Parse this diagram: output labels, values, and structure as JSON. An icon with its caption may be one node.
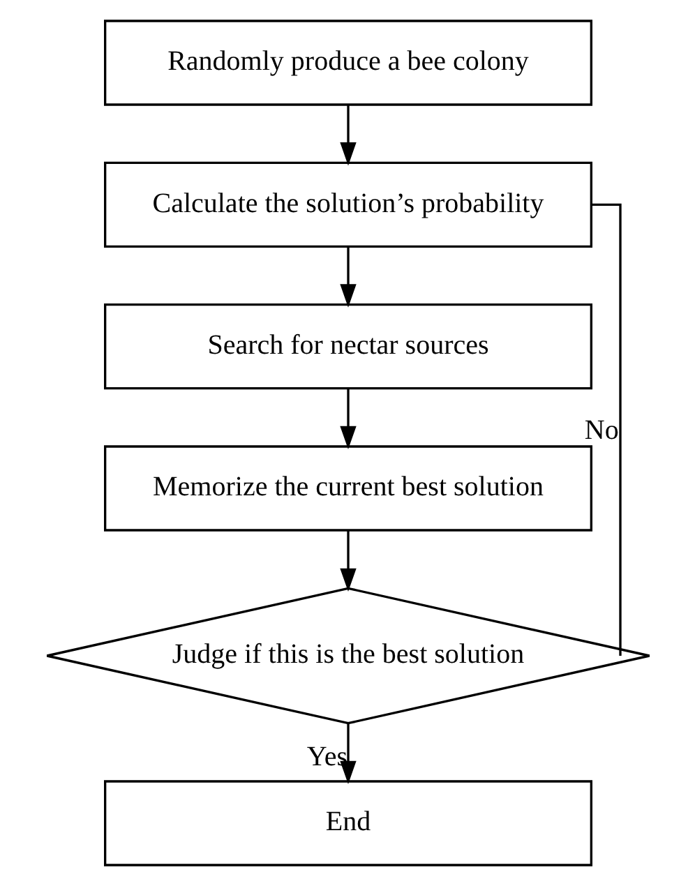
{
  "diagram": {
    "nodes": [
      {
        "text": [
          "Randomly produce a bee colony"
        ]
      },
      {
        "text": [
          "Calculate the solution’s probability"
        ]
      },
      {
        "text": [
          "Search for nectar sources"
        ]
      },
      {
        "text": [
          "Memorize the current best solution"
        ]
      },
      {
        "text": [
          "Judge if this is the best solution"
        ]
      },
      {
        "text": [
          "End"
        ]
      }
    ],
    "edges": [
      {
        "from": 0,
        "to": 1,
        "arrow": "to"
      },
      {
        "from": 1,
        "to": 2,
        "arrow": "to"
      },
      {
        "from": 2,
        "to": 3,
        "arrow": "to"
      },
      {
        "from": 3,
        "to": 4,
        "arrow": "to"
      },
      {
        "from": 4,
        "to": 5,
        "arrow": "to",
        "label": "Yes"
      },
      {
        "from": 4,
        "to": 1,
        "arrow": "none",
        "label": "No"
      }
    ]
  }
}
